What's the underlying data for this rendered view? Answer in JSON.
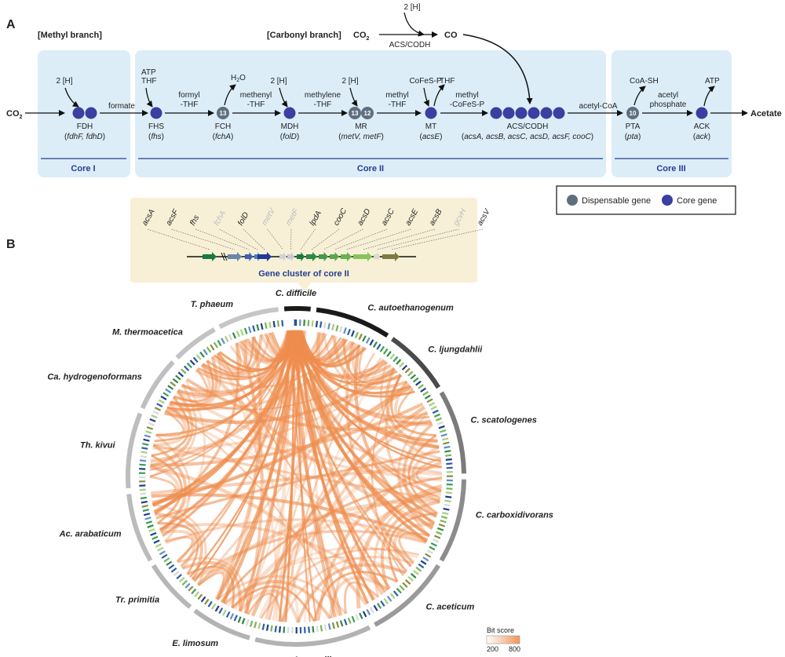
{
  "panel_a": {
    "label": "A",
    "methyl_branch": "[Methyl branch]",
    "carbonyl_branch": "[Carbonyl branch]",
    "co2_left": "CO",
    "co2_left_sub": "2",
    "co2_top": "CO",
    "co2_top_sub": "2",
    "h2_top": "2 [H]",
    "acs_codh_label": "ACS/CODH",
    "co": "CO",
    "cores": [
      {
        "label": "Core I"
      },
      {
        "label": "Core II"
      },
      {
        "label": "Core III"
      }
    ],
    "enzymes": [
      {
        "name": "FDH",
        "genes_pre": "(",
        "genes": "fdhF, fdhD",
        "genes_post": ")",
        "above": "2 [H]",
        "count": ""
      },
      {
        "name": "FHS",
        "genes_pre": "(",
        "genes": "fhs",
        "genes_post": ")",
        "above": "ATP\nTHF",
        "count": ""
      },
      {
        "name": "FCH",
        "genes_pre": "(",
        "genes": "fchA",
        "genes_post": ")",
        "above": "H",
        "count": "13"
      },
      {
        "name": "MDH",
        "genes_pre": "(",
        "genes": "folD",
        "genes_post": ")",
        "above": "2 [H]",
        "count": ""
      },
      {
        "name": "MR",
        "genes_pre": "(",
        "genes": "metV, metF",
        "genes_post": ")",
        "above": "2 [H]",
        "count": "13"
      },
      {
        "name": "MT",
        "genes_pre": "(",
        "genes": "acsE",
        "genes_post": ")",
        "above": "CoFeS-P",
        "count": ""
      },
      {
        "name": "ACS/CODH",
        "genes_pre": "(",
        "genes": "acsA, acsB, acsC, acsD, acsF, cooC",
        "genes_post": ")",
        "above": "",
        "count": ""
      },
      {
        "name": "PTA",
        "genes_pre": "(",
        "genes": "pta",
        "genes_post": ")",
        "above": "CoA-SH",
        "count": "10"
      },
      {
        "name": "ACK",
        "genes_pre": "(",
        "genes": "ack",
        "genes_post": ")",
        "above": "ATP",
        "count": ""
      }
    ],
    "mr_count2": "12",
    "h2o": "H",
    "h2o_sub": "2",
    "h2o_tail": "O",
    "thf_out": "THF",
    "intermediates": [
      "formate",
      "formyl\n-THF",
      "methenyl\n-THF",
      "methylene\n-THF",
      "methyl\n-THF",
      "methyl\n-CoFeS-P",
      "acetyl-CoA",
      "acetyl\nphosphate"
    ],
    "product": "Acetate",
    "legend": {
      "dispensable": "Dispensable gene",
      "core": "Core gene"
    }
  },
  "panel_b": {
    "label": "B",
    "cluster_title": "Gene cluster of core II",
    "cluster_genes": [
      {
        "name": "acsA",
        "core": true
      },
      {
        "name": "acsF",
        "core": true
      },
      {
        "name": "fhs",
        "core": true
      },
      {
        "name": "fchA",
        "core": false
      },
      {
        "name": "folD",
        "core": true
      },
      {
        "name": "metV",
        "core": false
      },
      {
        "name": "metF",
        "core": false
      },
      {
        "name": "lpdA",
        "core": true
      },
      {
        "name": "cooC",
        "core": true
      },
      {
        "name": "acsD",
        "core": true
      },
      {
        "name": "acsC",
        "core": true
      },
      {
        "name": "acsE",
        "core": true
      },
      {
        "name": "acsB",
        "core": true
      },
      {
        "name": "gcvH",
        "core": false
      },
      {
        "name": "acsV",
        "core": true
      }
    ],
    "species": [
      {
        "name": "C. difficile",
        "label_angle": 0
      },
      {
        "name": "C. autoethanogenum",
        "label_angle": 23
      },
      {
        "name": "C. ljungdahlii",
        "label_angle": 46
      },
      {
        "name": "C. scatologenes",
        "label_angle": 72
      },
      {
        "name": "C. carboxidivorans",
        "label_angle": 102
      },
      {
        "name": "C. aceticum",
        "label_angle": 135
      },
      {
        "name": "A. woodii",
        "label_angle": 175
      },
      {
        "name": "E. limosum",
        "label_angle": 205
      },
      {
        "name": "Tr. primitia",
        "label_angle": 228
      },
      {
        "name": "Ac. arabaticum",
        "label_angle": 252
      },
      {
        "name": "Th. kivui",
        "label_angle": 280
      },
      {
        "name": "Ca. hydrogenoformans",
        "label_angle": 303
      },
      {
        "name": "M. thermoacetica",
        "label_angle": 322
      },
      {
        "name": "T. phaeum",
        "label_angle": 340
      }
    ],
    "colorbar": {
      "title": "Bit score",
      "min": "200",
      "max": "800",
      "low_color": "#ffffff",
      "high_color": "#f0955a"
    }
  },
  "colors": {
    "core_gene": "#3a3fa0",
    "dispensable_gene": "#5f6f7f",
    "panel_bg": "#dcedf8",
    "core_line": "#233e91",
    "cluster_bg": "#f7f0d6",
    "chord": "#ee8d4e"
  }
}
